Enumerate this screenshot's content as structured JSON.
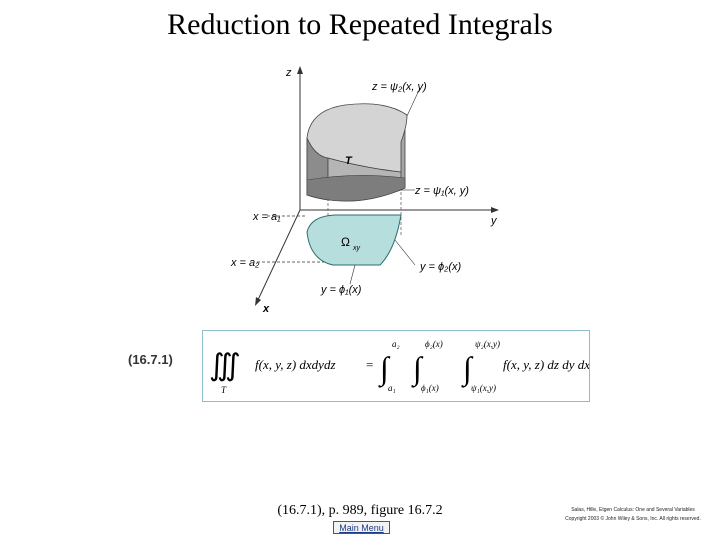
{
  "title": "Reduction to Repeated Integrals",
  "figure": {
    "axis_z": "z",
    "axis_y": "y",
    "axis_x": "x",
    "region_T": "T",
    "region_omega": "Ω",
    "region_omega_sub": "xy",
    "upper_surface_label": "z = ψ₂(x, y)",
    "lower_surface_label": "z = ψ₁(x, y)",
    "x_a1_label": "x = a₁",
    "x_a2_label": "x = a₂",
    "phi2_label": "y = ϕ₂(x)",
    "phi1_label": "y = ϕ₁(x)",
    "colors": {
      "solid_top": "#c8c8c8",
      "solid_side": "#9a9a9a",
      "region_fill": "#b6dedd"
    }
  },
  "equation": {
    "label": "(16.7.1)",
    "triple_integral": "∭",
    "region_sub": "T",
    "lhs_integrand": "f(x, y, z)  dxdydz",
    "equals": "=",
    "int_symbol": "∫",
    "outer_lower": "a₁",
    "outer_upper": "a₂",
    "middle_lower": "ϕ₁(x)",
    "middle_upper": "ϕ₂(x)",
    "inner_lower": "ψ₁(x,y)",
    "inner_upper": "ψ₂(x,y)",
    "rhs_integrand": "f(x, y, z)  dz dy dx."
  },
  "caption": "(16.7.1), p. 989, figure 16.7.2",
  "main_menu_label": "Main Menu",
  "copyright": {
    "line1": "Salas, Hille, Etgen Calculus: One and Several Variables",
    "line2": "Copyright 2003 © John Wiley & Sons, Inc. All rights reserved."
  }
}
